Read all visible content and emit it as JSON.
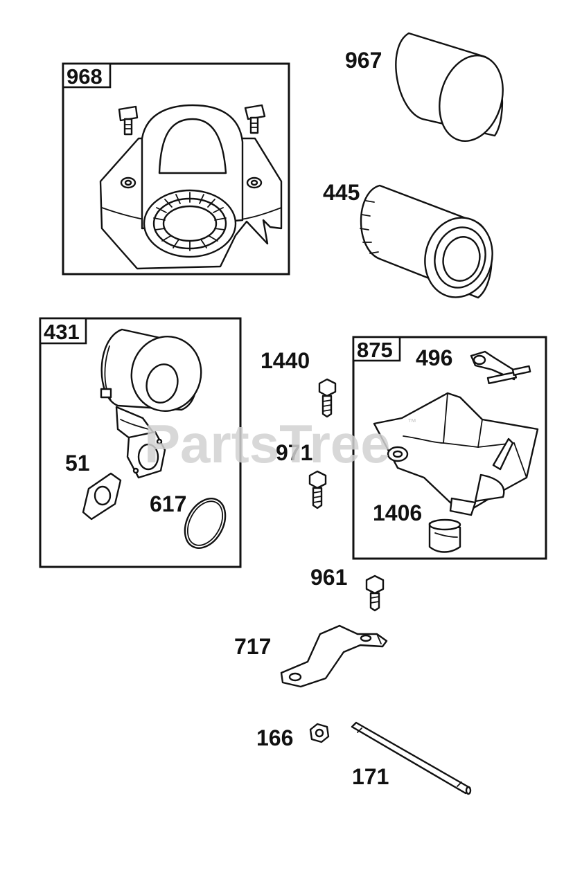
{
  "watermark": {
    "text": "PartsTree",
    "trademark": "™"
  },
  "groups": [
    {
      "id": "968"
    },
    {
      "id": "431"
    },
    {
      "id": "875"
    }
  ],
  "callouts": {
    "p967": "967",
    "p445": "445",
    "p1440": "1440",
    "p971": "971",
    "p496": "496",
    "p1406": "1406",
    "p51": "51",
    "p617": "617",
    "p961": "961",
    "p717": "717",
    "p166": "166",
    "p171": "171"
  },
  "colors": {
    "line": "#111111",
    "watermark": "#d2d2d2",
    "background": "#ffffff"
  }
}
